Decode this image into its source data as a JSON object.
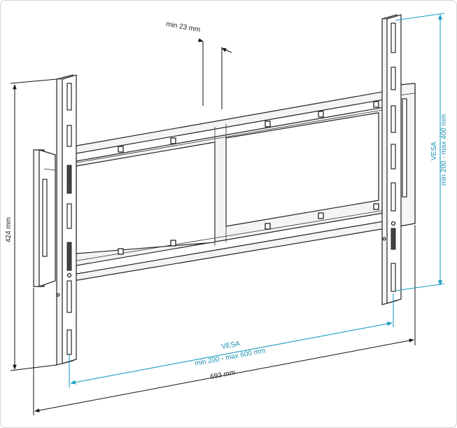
{
  "labels": {
    "depth": "min 23 mm",
    "height": "424 mm",
    "width": "693 mm",
    "vesa_h_title": "VESA",
    "vesa_h_range": "min 200 - max 600 mm",
    "vesa_v_title": "VESA",
    "vesa_v_range": "min 200 - max 400 mm"
  },
  "colors": {
    "dimension_blue": "#1a9bc0",
    "outline": "#222222"
  }
}
